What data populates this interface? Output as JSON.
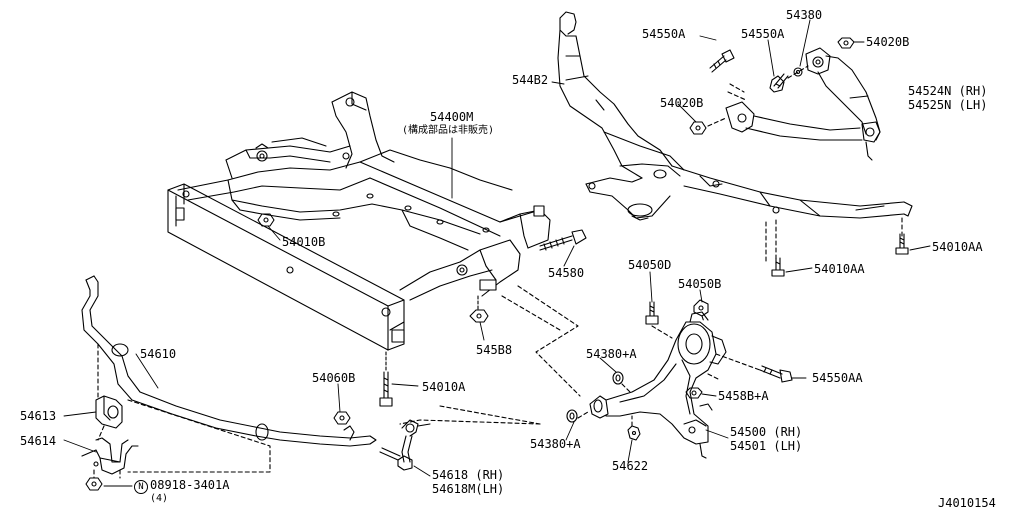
{
  "diagram_id": "J4010154",
  "callouts": {
    "p54550A_a": "54550A",
    "p54550A_b": "54550A",
    "p54380": "54380",
    "p54020B_a": "54020B",
    "p544B2": "544B2",
    "p54524N": "54524N (RH)",
    "p54525N": "54525N (LH)",
    "p54020B_b": "54020B",
    "p54400M": "54400M",
    "p54400M_note": "(構成部品は非販売)",
    "p54010B": "54010B",
    "p54010AA_a": "54010AA",
    "p54010AA_b": "54010AA",
    "p54580": "54580",
    "p54050D": "54050D",
    "p54050B": "54050B",
    "p545B8": "545B8",
    "p54610": "54610",
    "p54380A_a": "54380+A",
    "p54550AA": "54550AA",
    "p54060B": "54060B",
    "p54010A": "54010A",
    "p5458BA": "5458B+A",
    "p54613": "54613",
    "p54614": "54614",
    "p54500": "54500 (RH)",
    "p54501": "54501 (LH)",
    "p54380A_b": "54380+A",
    "p54622": "54622",
    "p54618": "54618 (RH)",
    "p54618M": "54618M(LH)",
    "p08918_sym": "N",
    "p08918": "08918-3401A",
    "p08918_qty": "(4)"
  },
  "colors": {
    "line": "#000000",
    "background": "#ffffff"
  }
}
